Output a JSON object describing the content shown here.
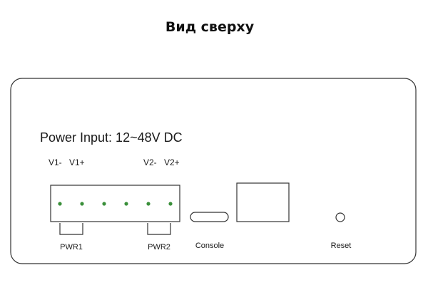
{
  "title": "Вид сверху",
  "power_input_label": "Power Input: 12~48V DC",
  "pin_labels": {
    "v1_minus": "V1-",
    "v1_plus": "V1+",
    "v2_minus": "V2-",
    "v2_plus": "V2+"
  },
  "pwr1_label": "PWR1",
  "pwr2_label": "PWR2",
  "console_label": "Console",
  "reset_label": "Reset",
  "colors": {
    "outline": "#333333",
    "terminal_dot": "#3a8f3a"
  },
  "terminal_block": {
    "pin_count": 6
  }
}
